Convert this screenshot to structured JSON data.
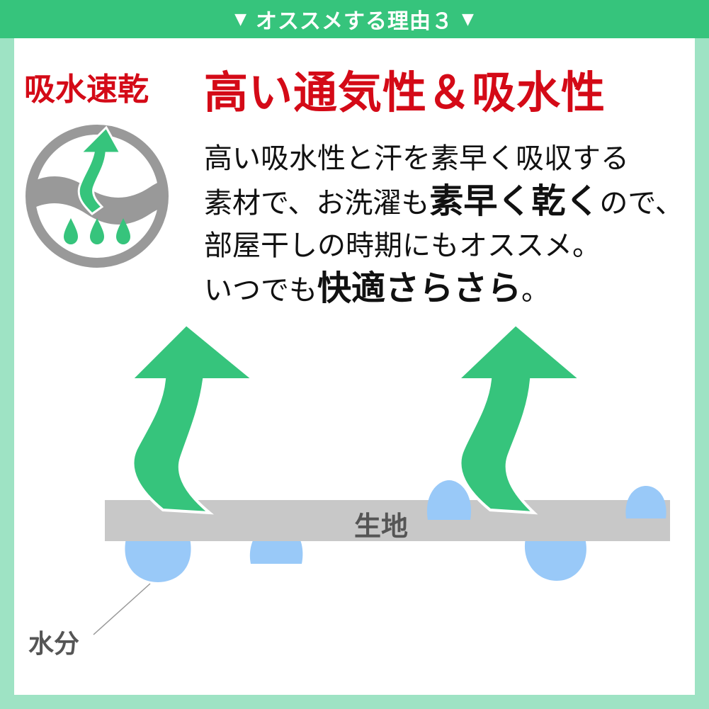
{
  "banner": {
    "title": "オススメする理由３",
    "left_marker": "▼",
    "right_marker": "▼"
  },
  "feature_label": "吸水速乾",
  "headline": "高い通気性＆吸水性",
  "body": {
    "line1": "高い吸水性と汗を素早く吸収する",
    "line2_before": "素材で、お洗濯も",
    "line2_emphasis": "素早く乾く",
    "line2_after": "ので、",
    "line3": "部屋干しの時期にもオススメ。",
    "line4_before": "いつでも",
    "line4_emphasis": "快適さらさら",
    "line4_after": "。"
  },
  "diagram": {
    "fabric_label": "生地",
    "water_label": "水分"
  },
  "colors": {
    "banner_green": "#36c47c",
    "frame_green": "#9ee3c4",
    "headline_red": "#d40a17",
    "arrow_green": "#36c47c",
    "fabric_gray": "#c8c8c8",
    "droplet_blue": "#99c9f8",
    "icon_gray": "#999999"
  }
}
